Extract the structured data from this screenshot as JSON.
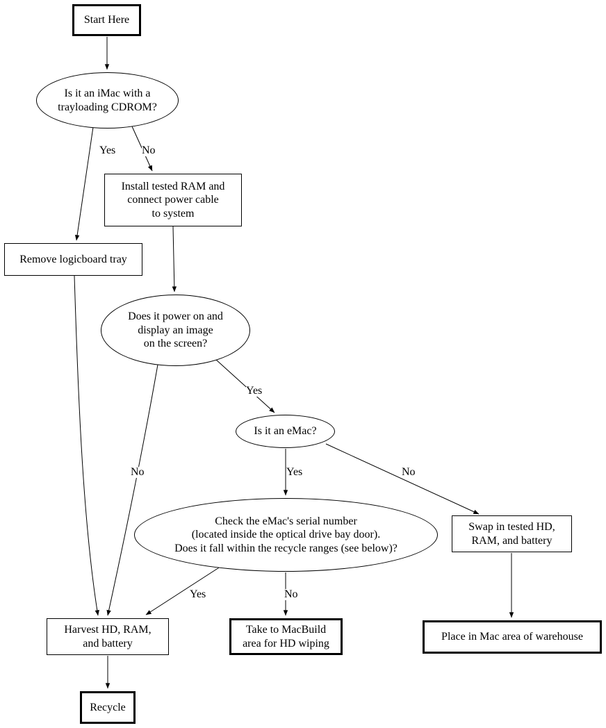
{
  "diagram": {
    "background_color": "#ffffff",
    "stroke_color": "#000000",
    "nodes": {
      "start": {
        "label": "Start Here",
        "shape": "rectangle-bold"
      },
      "q_imac": {
        "label": "Is it an iMac with a\ntrayloading CDROM?",
        "shape": "ellipse"
      },
      "install_ram": {
        "label": "Install tested RAM and\nconnect power cable\nto system",
        "shape": "rectangle"
      },
      "remove_tray": {
        "label": "Remove logicboard tray",
        "shape": "rectangle"
      },
      "q_power": {
        "label": "Does it power on and\ndisplay an image\non the screen?",
        "shape": "ellipse"
      },
      "q_emac": {
        "label": "Is it an eMac?",
        "shape": "ellipse"
      },
      "q_serial": {
        "label": "Check the eMac's serial number\n(located inside the optical drive bay door).\nDoes it fall within the recycle ranges (see below)?",
        "shape": "ellipse"
      },
      "swap": {
        "label": "Swap in tested HD,\nRAM, and battery",
        "shape": "rectangle"
      },
      "harvest": {
        "label": "Harvest HD, RAM,\nand battery",
        "shape": "rectangle"
      },
      "macbuild": {
        "label": "Take to MacBuild\narea for HD wiping",
        "shape": "rectangle-bold"
      },
      "warehouse": {
        "label": "Place in Mac area of warehouse",
        "shape": "rectangle-bold"
      },
      "recycle": {
        "label": "Recycle",
        "shape": "rectangle-bold"
      }
    },
    "edge_labels": {
      "q_imac_yes": "Yes",
      "q_imac_no": "No",
      "q_power_yes": "Yes",
      "q_power_no": "No",
      "q_emac_yes": "Yes",
      "q_emac_no": "No",
      "q_serial_yes": "Yes",
      "q_serial_no": "No"
    }
  }
}
